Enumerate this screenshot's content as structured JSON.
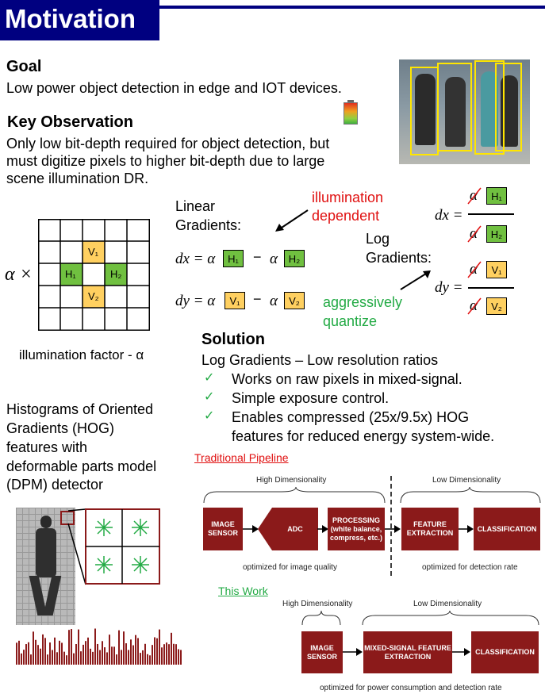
{
  "title": "Motivation",
  "goal": {
    "heading": "Goal",
    "text": "Low power object detection in edge and IOT devices."
  },
  "key_observation": {
    "heading": "Key Observation",
    "lines": [
      "Only low bit-depth required for object detection, but",
      "must digitize pixels to higher bit-depth due to large",
      "scene illumination DR."
    ]
  },
  "grid": {
    "alpha_prefix": "α ×",
    "cells": {
      "v1": "V₁",
      "h1": "H₁",
      "h2": "H₂",
      "v2": "V₂"
    },
    "caption": "illumination factor - α"
  },
  "linear": {
    "label_1": "Linear",
    "label_2": "Gradients:",
    "dx": "dx = α",
    "dy": "dy = α",
    "alpha": "α",
    "minus": "−",
    "h1": "H₁",
    "h2": "H₂",
    "v1": "V₁",
    "v2": "V₂"
  },
  "annotations": {
    "illum_1": "illumination",
    "illum_2": "dependent",
    "aggr_1": "aggressively",
    "aggr_2": "quantize"
  },
  "log": {
    "label_1": "Log",
    "label_2": "Gradients:",
    "dx": "dx =",
    "dy": "dy =",
    "alpha_struck": "α",
    "h1": "H₁",
    "h2": "H₂",
    "v1": "V₁",
    "v2": "V₂"
  },
  "solution": {
    "heading": "Solution",
    "subtitle": "Log Gradients – Low resolution ratios",
    "check": "✓",
    "bullets": [
      "Works on raw pixels in mixed-signal.",
      "Simple exposure control.",
      "Enables compressed (25x/9.5x) HOG",
      "features for reduced energy system-wide."
    ]
  },
  "hog": {
    "lines": [
      "Histograms of Oriented",
      "Gradients (HOG)",
      "features with",
      "deformable parts model",
      "(DPM) detector"
    ]
  },
  "traditional": {
    "link": "Traditional Pipeline",
    "high_dim": "High Dimensionality",
    "low_dim": "Low Dimensionality",
    "blocks": [
      "IMAGE SENSOR",
      "ADC",
      "PROCESSING (white balance, compress, etc.)",
      "FEATURE EXTRACTION",
      "CLASSIFICATION"
    ],
    "cap_left": "optimized for image quality",
    "cap_right": "optimized for detection rate"
  },
  "this_work": {
    "link": "This Work",
    "high_dim": "High Dimensionality",
    "low_dim": "Low Dimensionality",
    "blocks": [
      "IMAGE SENSOR",
      "MIXED-SIGNAL FEATURE EXTRACTION",
      "CLASSIFICATION"
    ],
    "caption": "optimized for power consumption and detection rate"
  },
  "colors": {
    "banner": "#000080",
    "block": "#8b1a1a",
    "red": "#e01010",
    "green": "#22aa44"
  }
}
